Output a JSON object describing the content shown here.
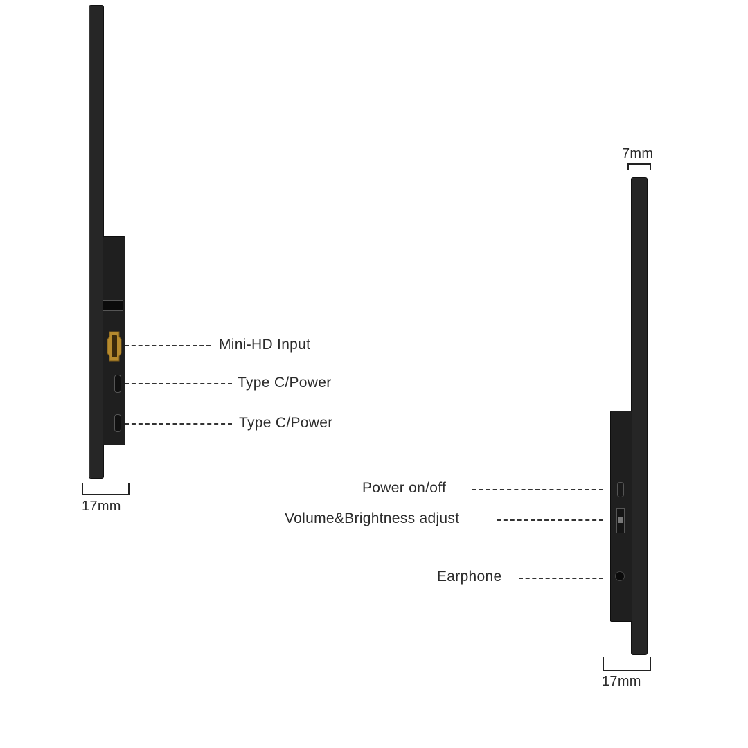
{
  "left_device": {
    "ports": [
      {
        "label": "Mini-HD Input"
      },
      {
        "label": "Type C/Power"
      },
      {
        "label": "Type C/Power"
      }
    ],
    "thickness_label": "17mm"
  },
  "right_device": {
    "top_thickness_label": "7mm",
    "controls": [
      {
        "label": "Power on/off"
      },
      {
        "label": "Volume&Brightness adjust"
      },
      {
        "label": "Earphone"
      }
    ],
    "bottom_thickness_label": "17mm"
  },
  "colors": {
    "device_body": "#262626",
    "housing": "#1f1f1f",
    "hdmi_port": "#b58a2e",
    "leader_line": "#333333",
    "text": "#2b2b2b"
  }
}
